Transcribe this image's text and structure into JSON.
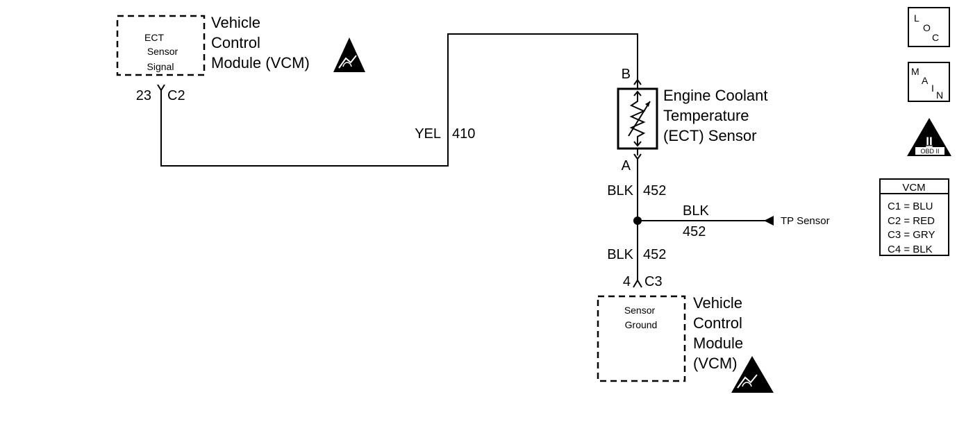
{
  "vcm_top": {
    "box_label": [
      "ECT",
      "Sensor",
      "Signal"
    ],
    "title": [
      "Vehicle",
      "Control",
      "Module (VCM)"
    ],
    "pin": "23",
    "connector": "C2"
  },
  "wire_410": {
    "color": "YEL",
    "circuit": "410"
  },
  "ect_sensor": {
    "pin_b": "B",
    "pin_a": "A",
    "title": [
      "Engine Coolant",
      "Temperature",
      "(ECT) Sensor"
    ]
  },
  "wire_452_a": {
    "color": "BLK",
    "circuit": "452"
  },
  "wire_452_tp": {
    "color": "BLK",
    "circuit": "452",
    "destination": "TP Sensor"
  },
  "wire_452_b": {
    "color": "BLK",
    "circuit": "452"
  },
  "vcm_bottom": {
    "pin": "4",
    "connector": "C3",
    "box_label": [
      "Sensor",
      "Ground"
    ],
    "title": [
      "Vehicle",
      "Control",
      "Module",
      "(VCM)"
    ]
  },
  "icons": {
    "loc": [
      "L",
      "O",
      "C"
    ],
    "main": [
      "M",
      "A",
      "I",
      "N"
    ],
    "obd": {
      "numeral": "II",
      "label": "OBD II"
    }
  },
  "legend": {
    "title": "VCM",
    "items": [
      "C1 = BLU",
      "C2 = RED",
      "C3 = GRY",
      "C4 = BLK"
    ]
  }
}
